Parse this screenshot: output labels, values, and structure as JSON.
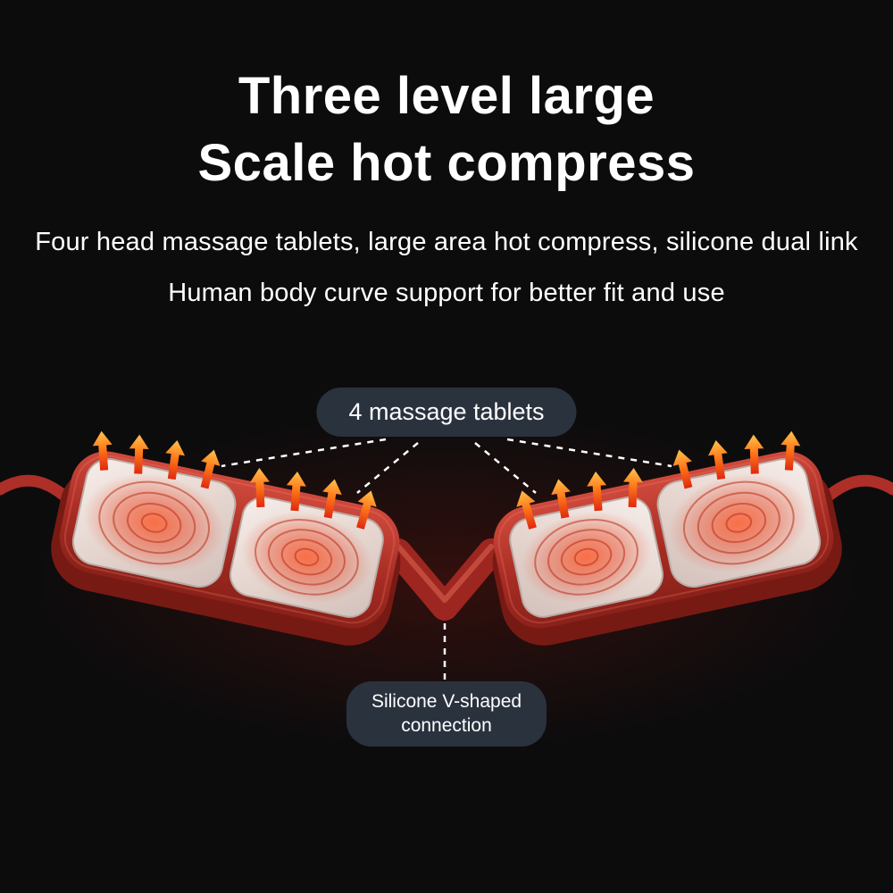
{
  "title": {
    "line1": "Three level large",
    "line2": "Scale hot compress"
  },
  "subtitle": {
    "line1": "Four head massage tablets, large area hot compress, silicone dual link",
    "line2": "Human body curve support for better fit and use"
  },
  "callouts": {
    "tablets": {
      "label": "4 massage tablets"
    },
    "connection": {
      "line1": "Silicone V-shaped",
      "line2": "connection"
    }
  },
  "colors": {
    "background": "#0c0c0d",
    "text": "#ffffff",
    "pill_background": "#2a323e",
    "product_red": "#b5332c",
    "heat_orange": "#ff7a1a",
    "pad_silver": "#e9dcd6"
  }
}
